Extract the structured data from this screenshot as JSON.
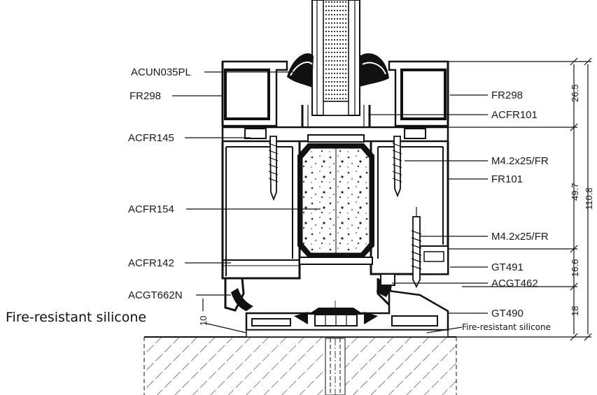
{
  "labels": {
    "acun035pl": "ACUN035PL",
    "fr298_left": "FR298",
    "fr298_right": "FR298",
    "acfr101": "ACFR101",
    "acfr145": "ACFR145",
    "m42_top": "M4.2x25/FR",
    "fr101": "FR101",
    "acfr154": "ACFR154",
    "m42_bottom": "M4.2x25/FR",
    "acfr142": "ACFR142",
    "gt491": "GT491",
    "acgt662n": "ACGT662N",
    "acgt462": "ACGT462",
    "gt490": "GT490",
    "fire_left": "Fire-resistant silicone",
    "fire_right": "Fire-resistant silicone"
  },
  "dimensions": {
    "d265": "26.5",
    "d497": "49.7",
    "d1108": "110.8",
    "d166": "16.6",
    "d18": "18",
    "d10": "10"
  }
}
